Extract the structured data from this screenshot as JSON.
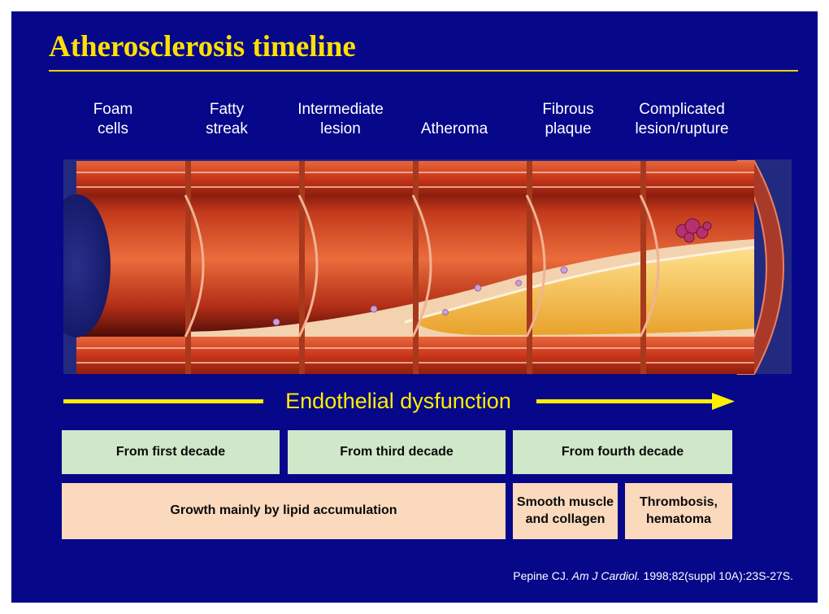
{
  "title": "Atherosclerosis timeline",
  "stages": [
    {
      "line1": "Foam",
      "line2": "cells"
    },
    {
      "line1": "Fatty",
      "line2": "streak"
    },
    {
      "line1": "Intermediate",
      "line2": "lesion"
    },
    {
      "line1": "",
      "line2": "Atheroma"
    },
    {
      "line1": "Fibrous",
      "line2": "plaque"
    },
    {
      "line1": "Complicated",
      "line2": "lesion/rupture"
    }
  ],
  "arrow_label": "Endothelial dysfunction",
  "onset_boxes": [
    {
      "text": "From first decade"
    },
    {
      "text": "From third decade"
    },
    {
      "text": "From fourth decade"
    }
  ],
  "growth_boxes": [
    {
      "line1": "Growth mainly by lipid accumulation",
      "line2": ""
    },
    {
      "line1": "Smooth muscle",
      "line2": "and collagen"
    },
    {
      "line1": "Thrombosis,",
      "line2": "hematoma"
    }
  ],
  "citation": {
    "author": "Pepine CJ.",
    "journal": "Am J Cardiol.",
    "details": "1998;82(suppl 10A):23S-27S."
  },
  "colors": {
    "background": "#07078a",
    "title": "#ffe100",
    "arrow": "#ffee00",
    "green_box": "#d0e7c9",
    "peach_box": "#fad9bd",
    "artery_wall": "#cf3b1d",
    "lipid_core": "#f5c040"
  }
}
